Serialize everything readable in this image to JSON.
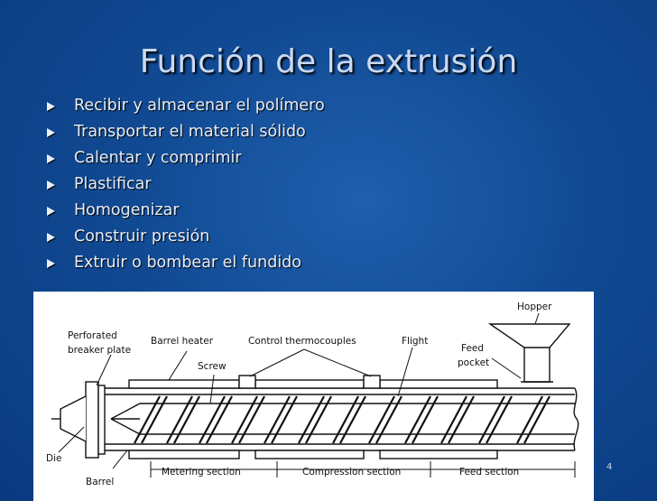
{
  "slide": {
    "title": "Función de la extrusión",
    "page_number": "4"
  },
  "bullets": [
    "Recibir y almacenar el polímero",
    "Transportar el material sólido",
    "Calentar y comprimir",
    "Plastificar",
    "Homogenizar",
    "Construir presión",
    "Extruir o bombear el fundido"
  ],
  "diagram": {
    "labels": {
      "hopper": "Hopper",
      "perforated_line1": "Perforated",
      "perforated_line2": "breaker plate",
      "barrel_heater": "Barrel heater",
      "control_thermocouples": "Control thermocouples",
      "flight": "Flight",
      "feed_line1": "Feed",
      "feed_line2": "pocket",
      "screw": "Screw",
      "die": "Die",
      "barrel": "Barrel",
      "metering_section": "Metering section",
      "compression_section": "Compression section",
      "feed_section": "Feed section"
    }
  },
  "colors": {
    "background": "#114a93",
    "title": "#c9d9f2",
    "bullet_text": "#e7eef9"
  }
}
